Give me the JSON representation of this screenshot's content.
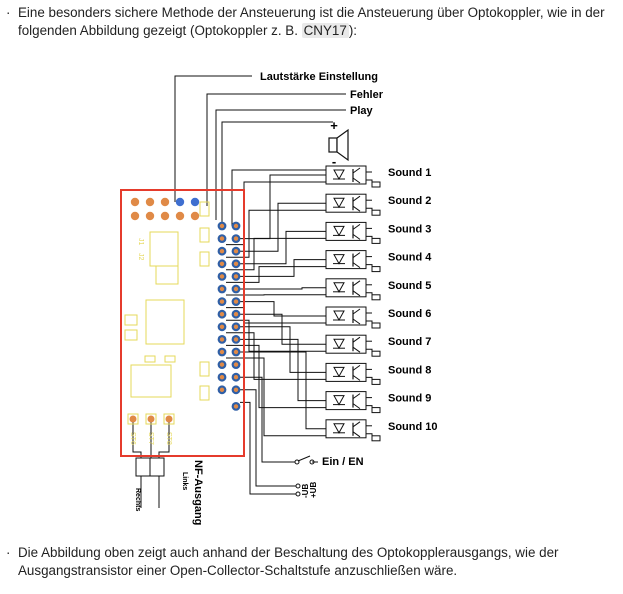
{
  "paragraphs": {
    "p1": {
      "bullet": "·",
      "before": "Eine besonders sichere Methode der Ansteuerung ist die Ansteuerung über Optokoppler, wie in der folgenden Abbildung gezeigt (Optokoppler z. B. ",
      "code": "CNY17",
      "after": "):"
    },
    "p2": {
      "bullet": "·",
      "text": "Die Abbildung oben zeigt auch anhand der Beschaltung des Optokopplerausgangs, wie der Ausgangstransistor einer Open-Collector-Schaltstufe anzuschließen wäre."
    }
  },
  "diagram": {
    "top_labels": [
      "Lautstärke Einstellung",
      "Fehler",
      "Play"
    ],
    "speaker_plus": "+",
    "speaker_minus": "-",
    "sounds": [
      "Sound 1",
      "Sound 2",
      "Sound 3",
      "Sound 4",
      "Sound 5",
      "Sound 6",
      "Sound 7",
      "Sound 8",
      "Sound 9",
      "Sound 10"
    ],
    "enable_label": "Ein / EN",
    "supply_label_1": "-UB",
    "supply_label_2": "+UB",
    "board_labels": [
      "J1",
      "J2",
      "ST6",
      "ST7",
      "ST8"
    ],
    "nf_title": "NF-Ausgang",
    "nf_left": "Links",
    "nf_right": "Rechts",
    "colors": {
      "board": "#e53b2c",
      "pad": "#e08a47",
      "pad_blue": "#3f6fd0",
      "pin": "#2f5fa6",
      "silk": "#e6d85a",
      "wire": "#111111"
    }
  }
}
